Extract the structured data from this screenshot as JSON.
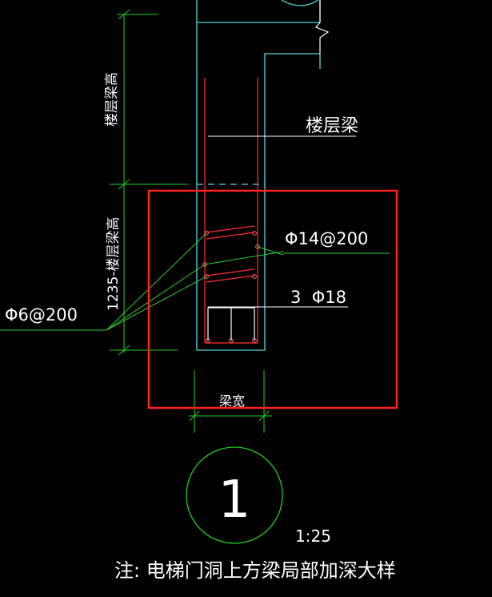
{
  "labels": {
    "floor_beam_height_vertical": "楼层梁高",
    "deepened_height_vertical": "1235-楼层梁高",
    "floor_beam": "楼层梁",
    "stirrup_side": "Φ14@200",
    "bottom_bars": "3  Φ18",
    "stirrup_main": "Φ6@200",
    "beam_width": "梁宽",
    "detail_number": "1",
    "scale": "1:25",
    "note": "注: 电梯门洞上方梁局部加深大样"
  },
  "colors": {
    "background": "#000000",
    "dimension_green": "#22d022",
    "outline_cyan": "#4fd7e0",
    "rebar_red": "#ff3030",
    "highlight_red": "#ff2020",
    "text_white": "#ffffff",
    "leader_green": "#33cc33"
  }
}
